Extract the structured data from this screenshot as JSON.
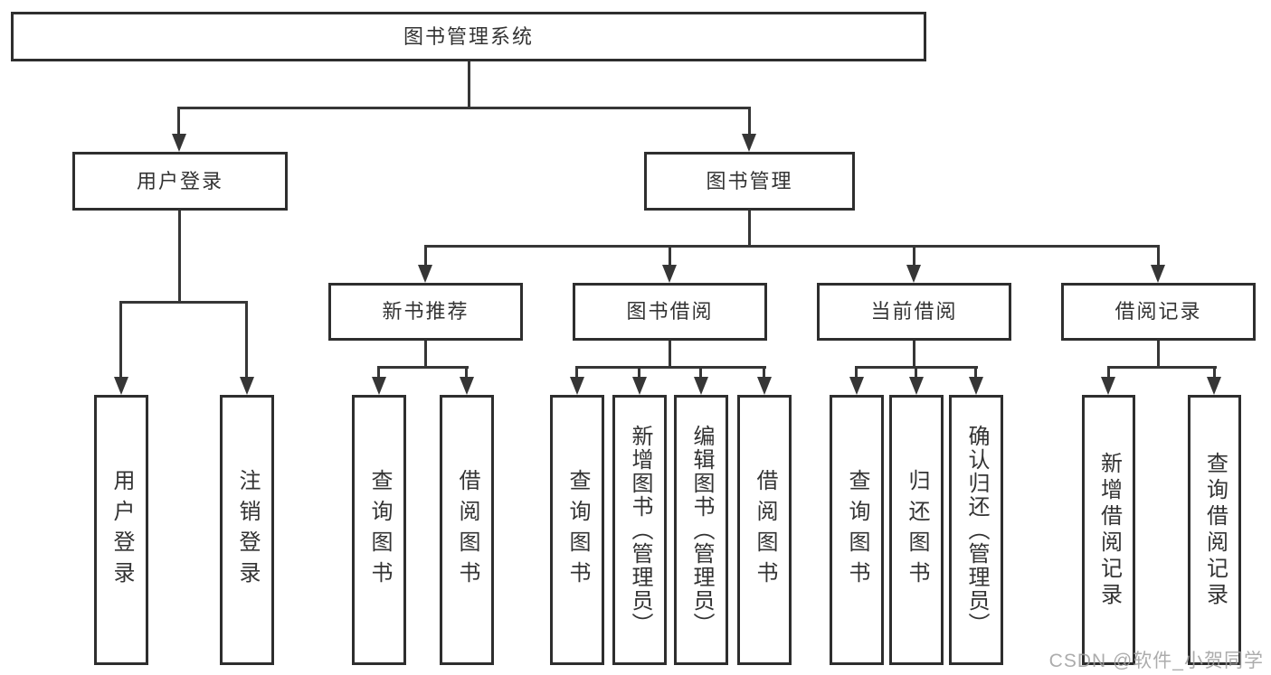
{
  "nodes": {
    "root": "图书管理系统",
    "user_login": "用户登录",
    "book_management": "图书管理",
    "new_book_recommendation": "新书推荐",
    "book_borrowing": "图书借阅",
    "current_borrowing": "当前借阅",
    "borrowing_records": "借阅记录",
    "leaf_user_login": "用户登录",
    "leaf_logout": "注销登录",
    "leaf_nb_query_books": "查询图书",
    "leaf_nb_borrow_books": "借阅图书",
    "leaf_bb_query_books": "查询图书",
    "leaf_bb_add_books": "新增图书（管理员）",
    "leaf_bb_edit_books": "编辑图书（管理员）",
    "leaf_bb_borrow_books": "借阅图书",
    "leaf_cb_query_books": "查询图书",
    "leaf_cb_return_books": "归还图书",
    "leaf_cb_confirm_return": "确认归还（管理员）",
    "leaf_br_add_record": "新增借阅记录",
    "leaf_br_query_record": "查询借阅记录"
  },
  "watermark": "CSDN @软件_小贺同学",
  "colors": {
    "line": "#363636",
    "box_border": "#2e2e2e",
    "text": "#333333",
    "watermark": "#9e9e9e",
    "background": "#ffffff"
  }
}
